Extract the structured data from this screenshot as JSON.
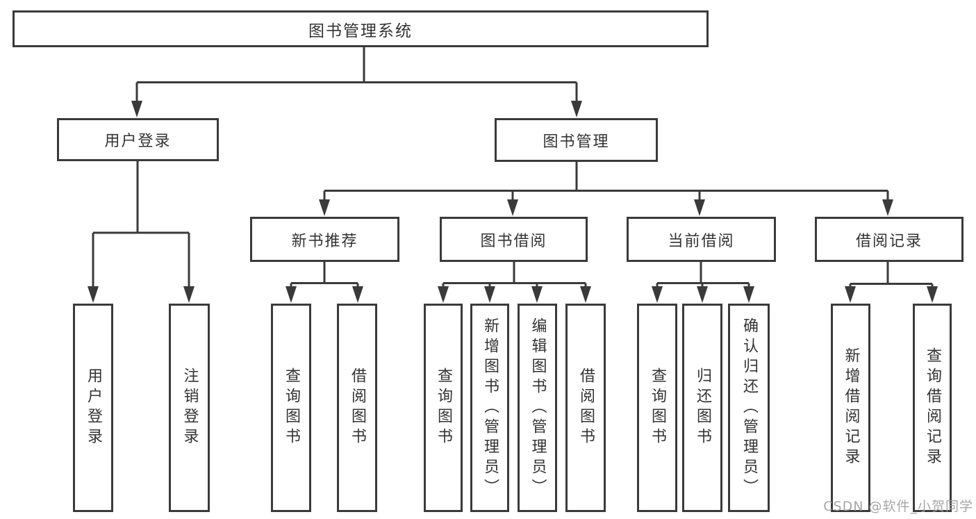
{
  "diagram_title": "图书管理系统",
  "colors": {
    "line": "#3a3a3a",
    "box_border": "#3a3a3a",
    "box_fill": "#ffffff",
    "text": "#333333",
    "watermark": "#9e9e9e"
  },
  "nodes": {
    "root": {
      "label": "图书管理系统"
    },
    "user_login": {
      "label": "用户登录"
    },
    "book_mgmt": {
      "label": "图书管理"
    },
    "new_books": {
      "label": "新书推荐"
    },
    "book_borrow": {
      "label": "图书借阅"
    },
    "current_borrow": {
      "label": "当前借阅"
    },
    "borrow_records": {
      "label": "借阅记录"
    },
    "leaf_user_login": {
      "label": "用户登录"
    },
    "leaf_logout": {
      "label": "注销登录"
    },
    "nb_query_books": {
      "label": "查询图书"
    },
    "nb_borrow_books": {
      "label": "借阅图书"
    },
    "bb_query_books": {
      "label": "查询图书"
    },
    "bb_add_books": {
      "label": "新增图书（管理员）"
    },
    "bb_edit_books": {
      "label": "编辑图书（管理员）"
    },
    "bb_borrow_books": {
      "label": "借阅图书"
    },
    "cb_query_books": {
      "label": "查询图书"
    },
    "cb_return_books": {
      "label": "归还图书"
    },
    "cb_confirm_return": {
      "label": "确认归还（管理员）"
    },
    "br_add_record": {
      "label": "新增借阅记录"
    },
    "br_query_record": {
      "label": "查询借阅记录"
    }
  },
  "hierarchy": {
    "图书管理系统": {
      "用户登录": [
        "用户登录",
        "注销登录"
      ],
      "图书管理": {
        "新书推荐": [
          "查询图书",
          "借阅图书"
        ],
        "图书借阅": [
          "查询图书",
          "新增图书（管理员）",
          "编辑图书（管理员）",
          "借阅图书"
        ],
        "当前借阅": [
          "查询图书",
          "归还图书",
          "确认归还（管理员）"
        ],
        "借阅记录": [
          "新增借阅记录",
          "查询借阅记录"
        ]
      }
    }
  },
  "watermark": {
    "text": "CSDN @软件_小贺同学"
  }
}
